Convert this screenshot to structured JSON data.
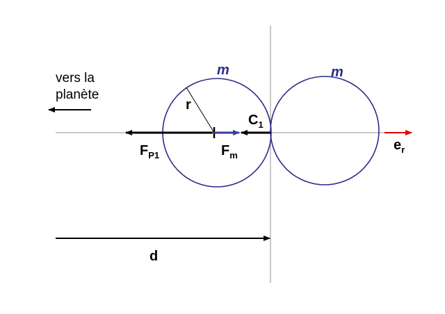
{
  "labels": {
    "direction_line1": "vers la",
    "direction_line2": "planète",
    "mass_left": "m",
    "mass_right": "m",
    "radius": "r",
    "contact_main": "C",
    "contact_sub": "1",
    "planet_force_main": "F",
    "planet_force_sub": "P1",
    "mutual_force_main": "F",
    "mutual_force_sub": "m",
    "unit_vector_main": "e",
    "unit_vector_sub": "r",
    "distance": "d"
  },
  "colors": {
    "black": "#000000",
    "circle": "#2b2b8c",
    "mutual_force": "#3b3ba0",
    "unit_vector": "#e00000",
    "axis": "#909090"
  }
}
